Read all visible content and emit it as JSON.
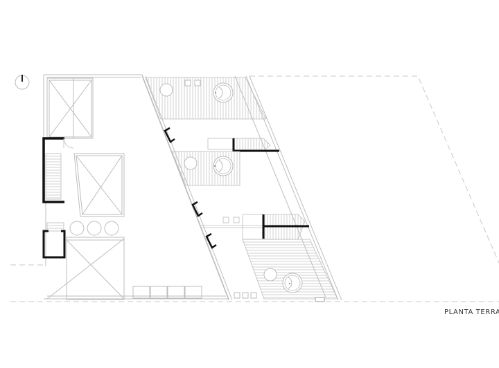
{
  "drawing": {
    "title": "PLANTA TERRAZA",
    "visible_title": "PLANTA TERRA",
    "type": "architectural floor plan",
    "elements": {
      "north_arrow": "north-arrow-icon",
      "light_wells": 3,
      "round_skylights": 3,
      "stairs": 3,
      "terraces": 3,
      "round_tables": 3,
      "circular_tubs": 3,
      "planters_bottom": 4,
      "small_squares_groups": 3
    },
    "colors": {
      "line": "#bdbdbd",
      "wall": "#111111",
      "background": "#ffffff",
      "text": "#333333"
    }
  }
}
